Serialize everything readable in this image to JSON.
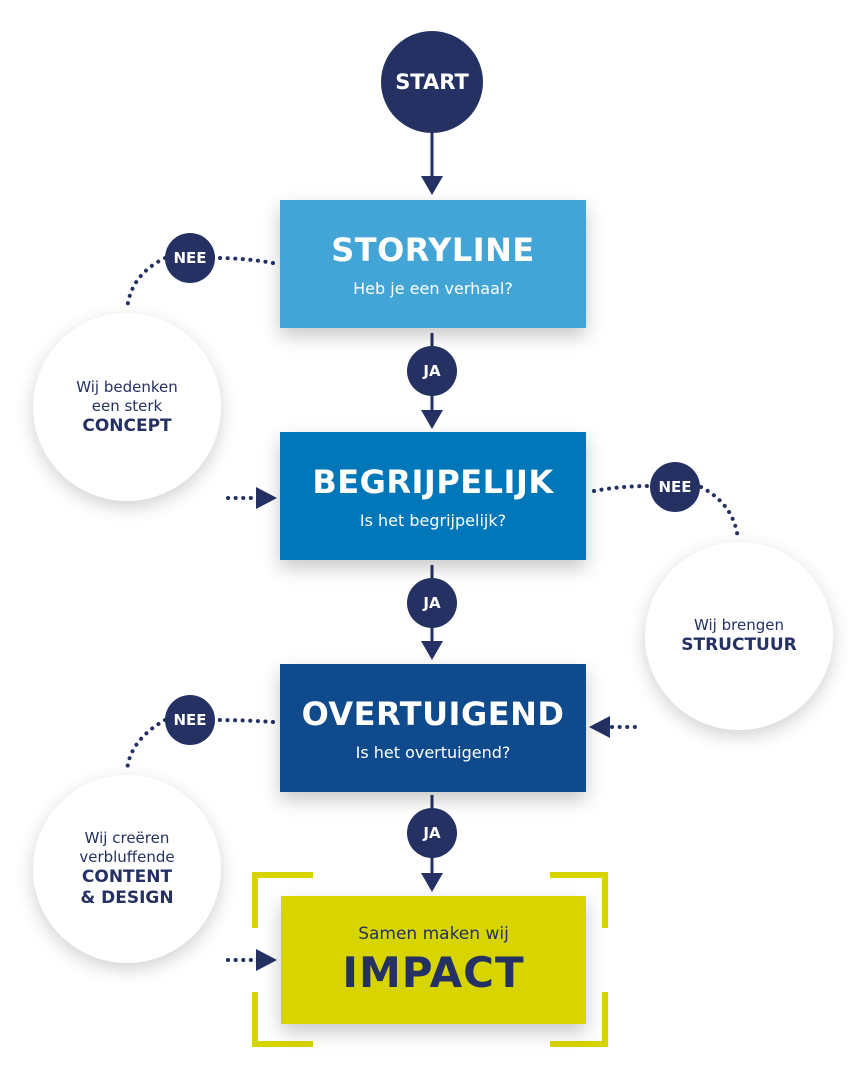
{
  "start": "START",
  "steps": [
    {
      "title": "STORYLINE",
      "question": "Heb je een verhaal?",
      "color": "#42a5d6"
    },
    {
      "title": "BEGRIJPELIJK",
      "question": "Is het begrijpelijk?",
      "color": "#0077b9"
    },
    {
      "title": "OVERTUIGEND",
      "question": "Is het overtuigend?",
      "color": "#0e4a8c"
    }
  ],
  "yes_label": "JA",
  "no_label": "NEE",
  "bubbles": [
    {
      "line1": "Wij bedenken",
      "line2": "een sterk",
      "bold1": "CONCEPT"
    },
    {
      "line1": "Wij brengen",
      "bold1": "STRUCTUUR"
    },
    {
      "line1": "Wij creëren",
      "line2": "verbluffende",
      "bold1": "CONTENT",
      "bold2": "& DESIGN"
    }
  ],
  "result": {
    "pre": "Samen maken wij",
    "title": "IMPACT",
    "color": "#d7d400",
    "frame_color": "#d7d400"
  },
  "colors": {
    "navy": "#243162"
  }
}
